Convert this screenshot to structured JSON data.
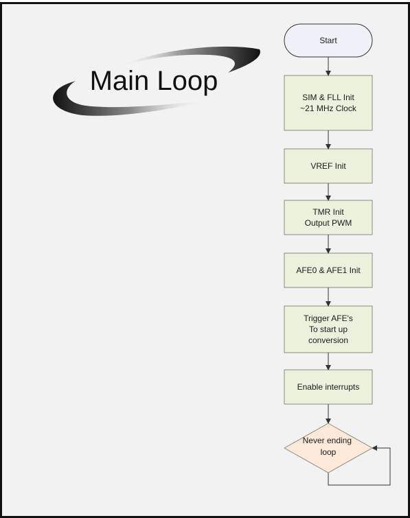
{
  "title": "Main Loop",
  "colors": {
    "panel_bg": "#f2f2f2",
    "panel_border": "#111111",
    "process_fill": "#eaf1dd",
    "process_stroke": "#8a8a7e",
    "terminal_fill": "#eef2f8",
    "decision_fill": "#fde9d9",
    "connector": "#333333"
  },
  "flowchart": {
    "start": "Start",
    "steps": [
      {
        "lines": [
          "SIM & FLL Init",
          "~21 MHz Clock"
        ]
      },
      {
        "lines": [
          "VREF Init"
        ]
      },
      {
        "lines": [
          "TMR Init",
          "Output PWM"
        ]
      },
      {
        "lines": [
          "AFE0 & AFE1 Init"
        ]
      },
      {
        "lines": [
          "Trigger AFE's",
          "To start up",
          "conversion"
        ]
      },
      {
        "lines": [
          "Enable interrupts"
        ]
      }
    ],
    "decision": {
      "lines": [
        "Never ending",
        "loop"
      ]
    }
  }
}
